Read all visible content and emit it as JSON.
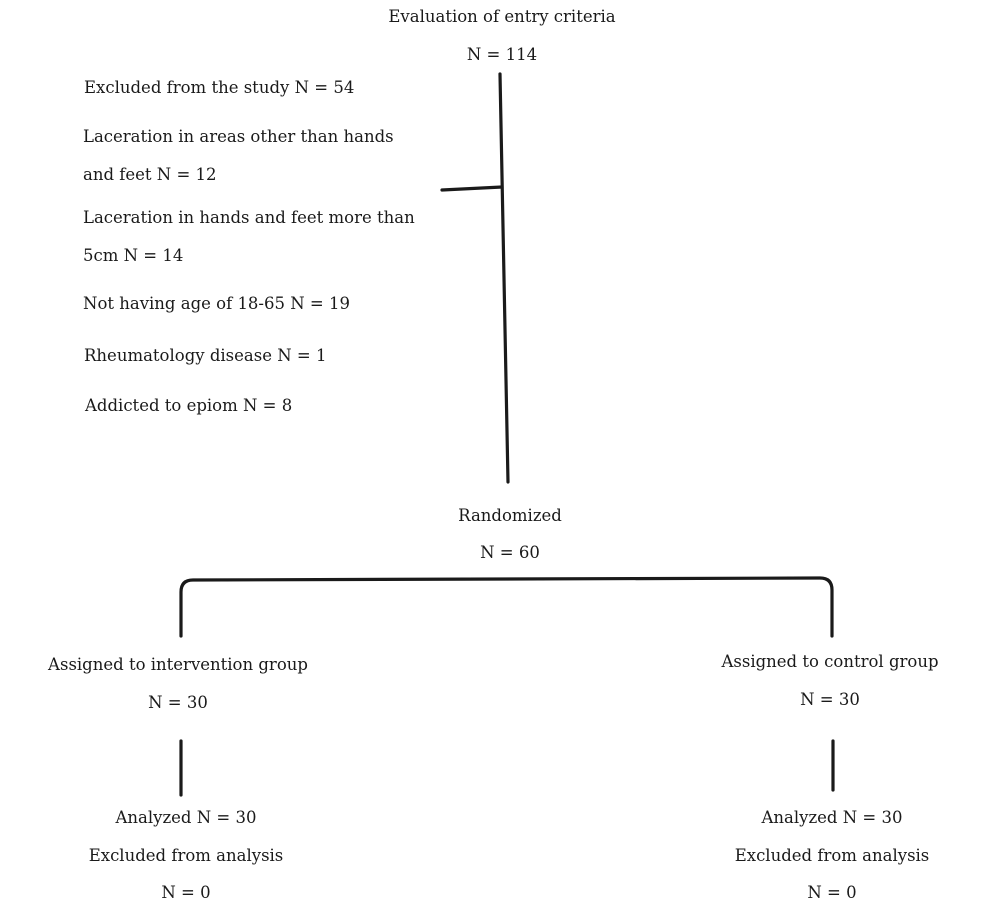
{
  "entry": {
    "title": "Evaluation of entry criteria",
    "n": "N = 114"
  },
  "exclusion": {
    "header": "Excluded from the study N = 54",
    "items": [
      "Laceration in areas other than hands",
      "and feet N = 12",
      "Laceration in hands and feet more than",
      "5cm N = 14",
      "Not having age of 18-65 N = 19",
      "Rheumatology disease N = 1",
      "Addicted to epiom N = 8"
    ]
  },
  "randomized": {
    "title": "Randomized",
    "n": "N = 60"
  },
  "intervention": {
    "title": "Assigned to intervention group",
    "n": "N = 30",
    "analyzed": "Analyzed N = 30",
    "excluded": "Excluded from analysis",
    "excluded_n": "N = 0"
  },
  "control": {
    "title": "Assigned to control group",
    "n": "N = 30",
    "analyzed": "Analyzed N = 30",
    "excluded": "Excluded from analysis",
    "excluded_n": "N = 0"
  }
}
